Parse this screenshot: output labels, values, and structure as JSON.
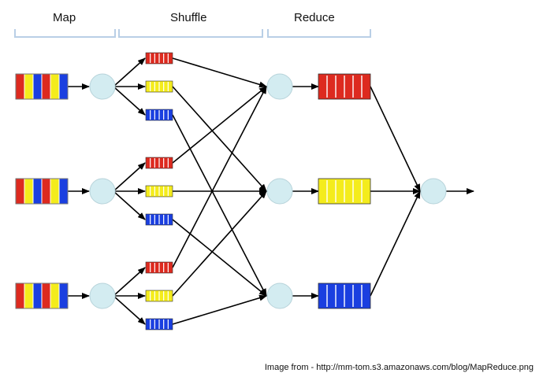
{
  "phases": {
    "map": "Map",
    "shuffle": "Shuffle",
    "reduce": "Reduce"
  },
  "caption": "Image from - http://mm-tom.s3.amazonaws.com/blog/MapReduce.png",
  "colors": {
    "red": "#dd2a1f",
    "yellow": "#f4ec1c",
    "blue": "#1a3fe0",
    "node": "#d3ecf1",
    "bracket": "#b9cfe6",
    "arrow": "#000000"
  },
  "inputs": [
    [
      "red",
      "yellow",
      "blue",
      "red",
      "yellow",
      "blue"
    ],
    [
      "red",
      "yellow",
      "blue",
      "red",
      "yellow",
      "blue"
    ],
    [
      "red",
      "yellow",
      "blue",
      "red",
      "yellow",
      "blue"
    ]
  ],
  "partition_order": [
    "red",
    "yellow",
    "blue"
  ],
  "reduce_colors": [
    "red",
    "yellow",
    "blue"
  ]
}
